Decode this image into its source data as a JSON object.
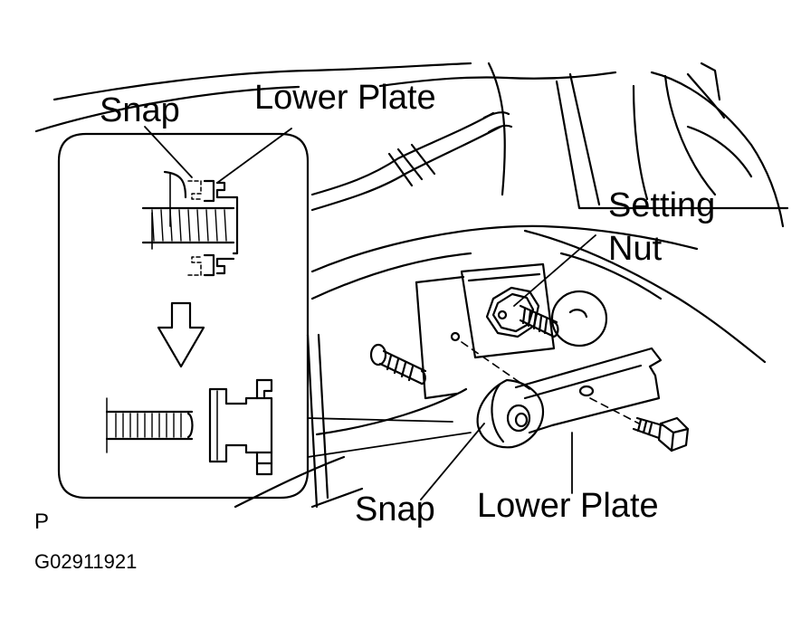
{
  "labels": {
    "snap_inset": "Snap",
    "lower_plate_inset": "Lower Plate",
    "setting_nut_line1": "Setting",
    "setting_nut_line2": "Nut",
    "snap_main": "Snap",
    "lower_plate_main": "Lower Plate",
    "view_letter": "P",
    "figure_code": "G02911921"
  },
  "colors": {
    "ink": "#000000",
    "paper": "#ffffff"
  },
  "icons": {
    "direction_arrow": "down-arrow-icon"
  }
}
